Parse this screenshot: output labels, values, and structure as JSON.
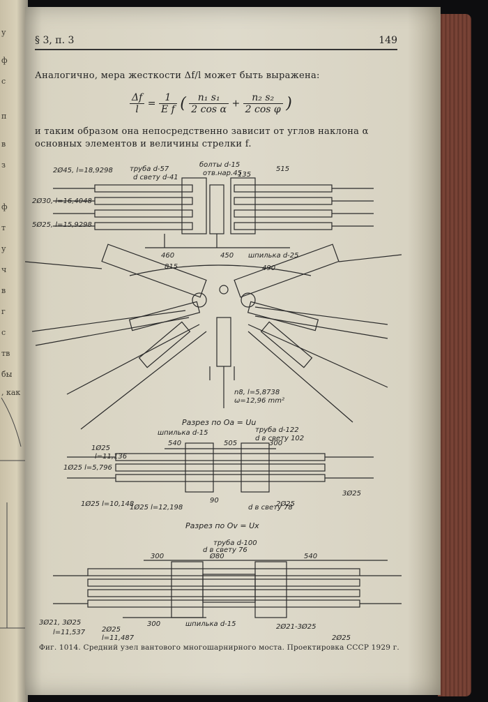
{
  "header": {
    "section": "§ 3, п. 3",
    "page_number": "149"
  },
  "paragraph_top": "Аналогично, мера жесткости Δf/l может быть выражена:",
  "formula": {
    "lhs_num": "Δf",
    "lhs_den": "l",
    "eq": "=",
    "coef_num": "1",
    "coef_den": "E f",
    "t1_num": "n₁ s₁",
    "t1_den": "2 cos α",
    "plus": "+",
    "t2_num": "n₂ s₂",
    "t2_den": "2 cos φ"
  },
  "paragraph_bottom": "и таким образом она непосредственно зависит от углов наклона α основных элементов и величины стрелки f.",
  "labels": {
    "a1": "2Ø45, l=18,9298",
    "a2": "труба d-57",
    "a3": "d свету d-41",
    "a4": "болты d-15",
    "a5": "отв.нар.45",
    "a6": "135",
    "a7": "515",
    "a8": "2Ø30, l=16,4048",
    "a9": "5Ø25, l=15,9298",
    "a10": "460",
    "a11": "450",
    "a12": "шпилька d-25",
    "b1": "815",
    "b2": "490",
    "b3": "n8, l=5,8738",
    "b4": "ω=12,96 mm²",
    "c1": "Разрез по Oa = Uu",
    "c2": "шпилька d-15",
    "c3": "труба d-122",
    "c4": "d в свету 102",
    "c5": "540",
    "c6": "505",
    "c7": "300",
    "c8": "1Ø25",
    "c9": "l=11,136",
    "c10": "1Ø25 l=5,796",
    "c11": "1Ø25 l=10,148",
    "c12": "1Ø25 l=12,198",
    "c13": "2Ø25",
    "c14": "3Ø25",
    "c15": "90",
    "d1": "Разрез по Ov = Ux",
    "d2": "труба d-100",
    "d3": "d в свету 76",
    "d4": "Ø80",
    "d5": "300",
    "d6": "540",
    "d7": "d в свету 78",
    "d8": "3Ø21, 3Ø25",
    "d9": "2Ø25",
    "d10": "l=11,537",
    "d11": "l=11,487",
    "d12": "300",
    "d13": "шпилька d-15",
    "d14": "2Ø21-3Ø25",
    "d15": "2Ø25"
  },
  "caption": "Фиг. 1014. Средний узел вантового многошарнирного моста. Проектировка СССР 1929 г.",
  "left_fragments": [
    "у",
    "ф",
    "с",
    "п",
    "в",
    "з",
    "ф",
    "т",
    "у",
    "ч",
    "в",
    "г",
    "с",
    "тв",
    "бы",
    ", как"
  ]
}
